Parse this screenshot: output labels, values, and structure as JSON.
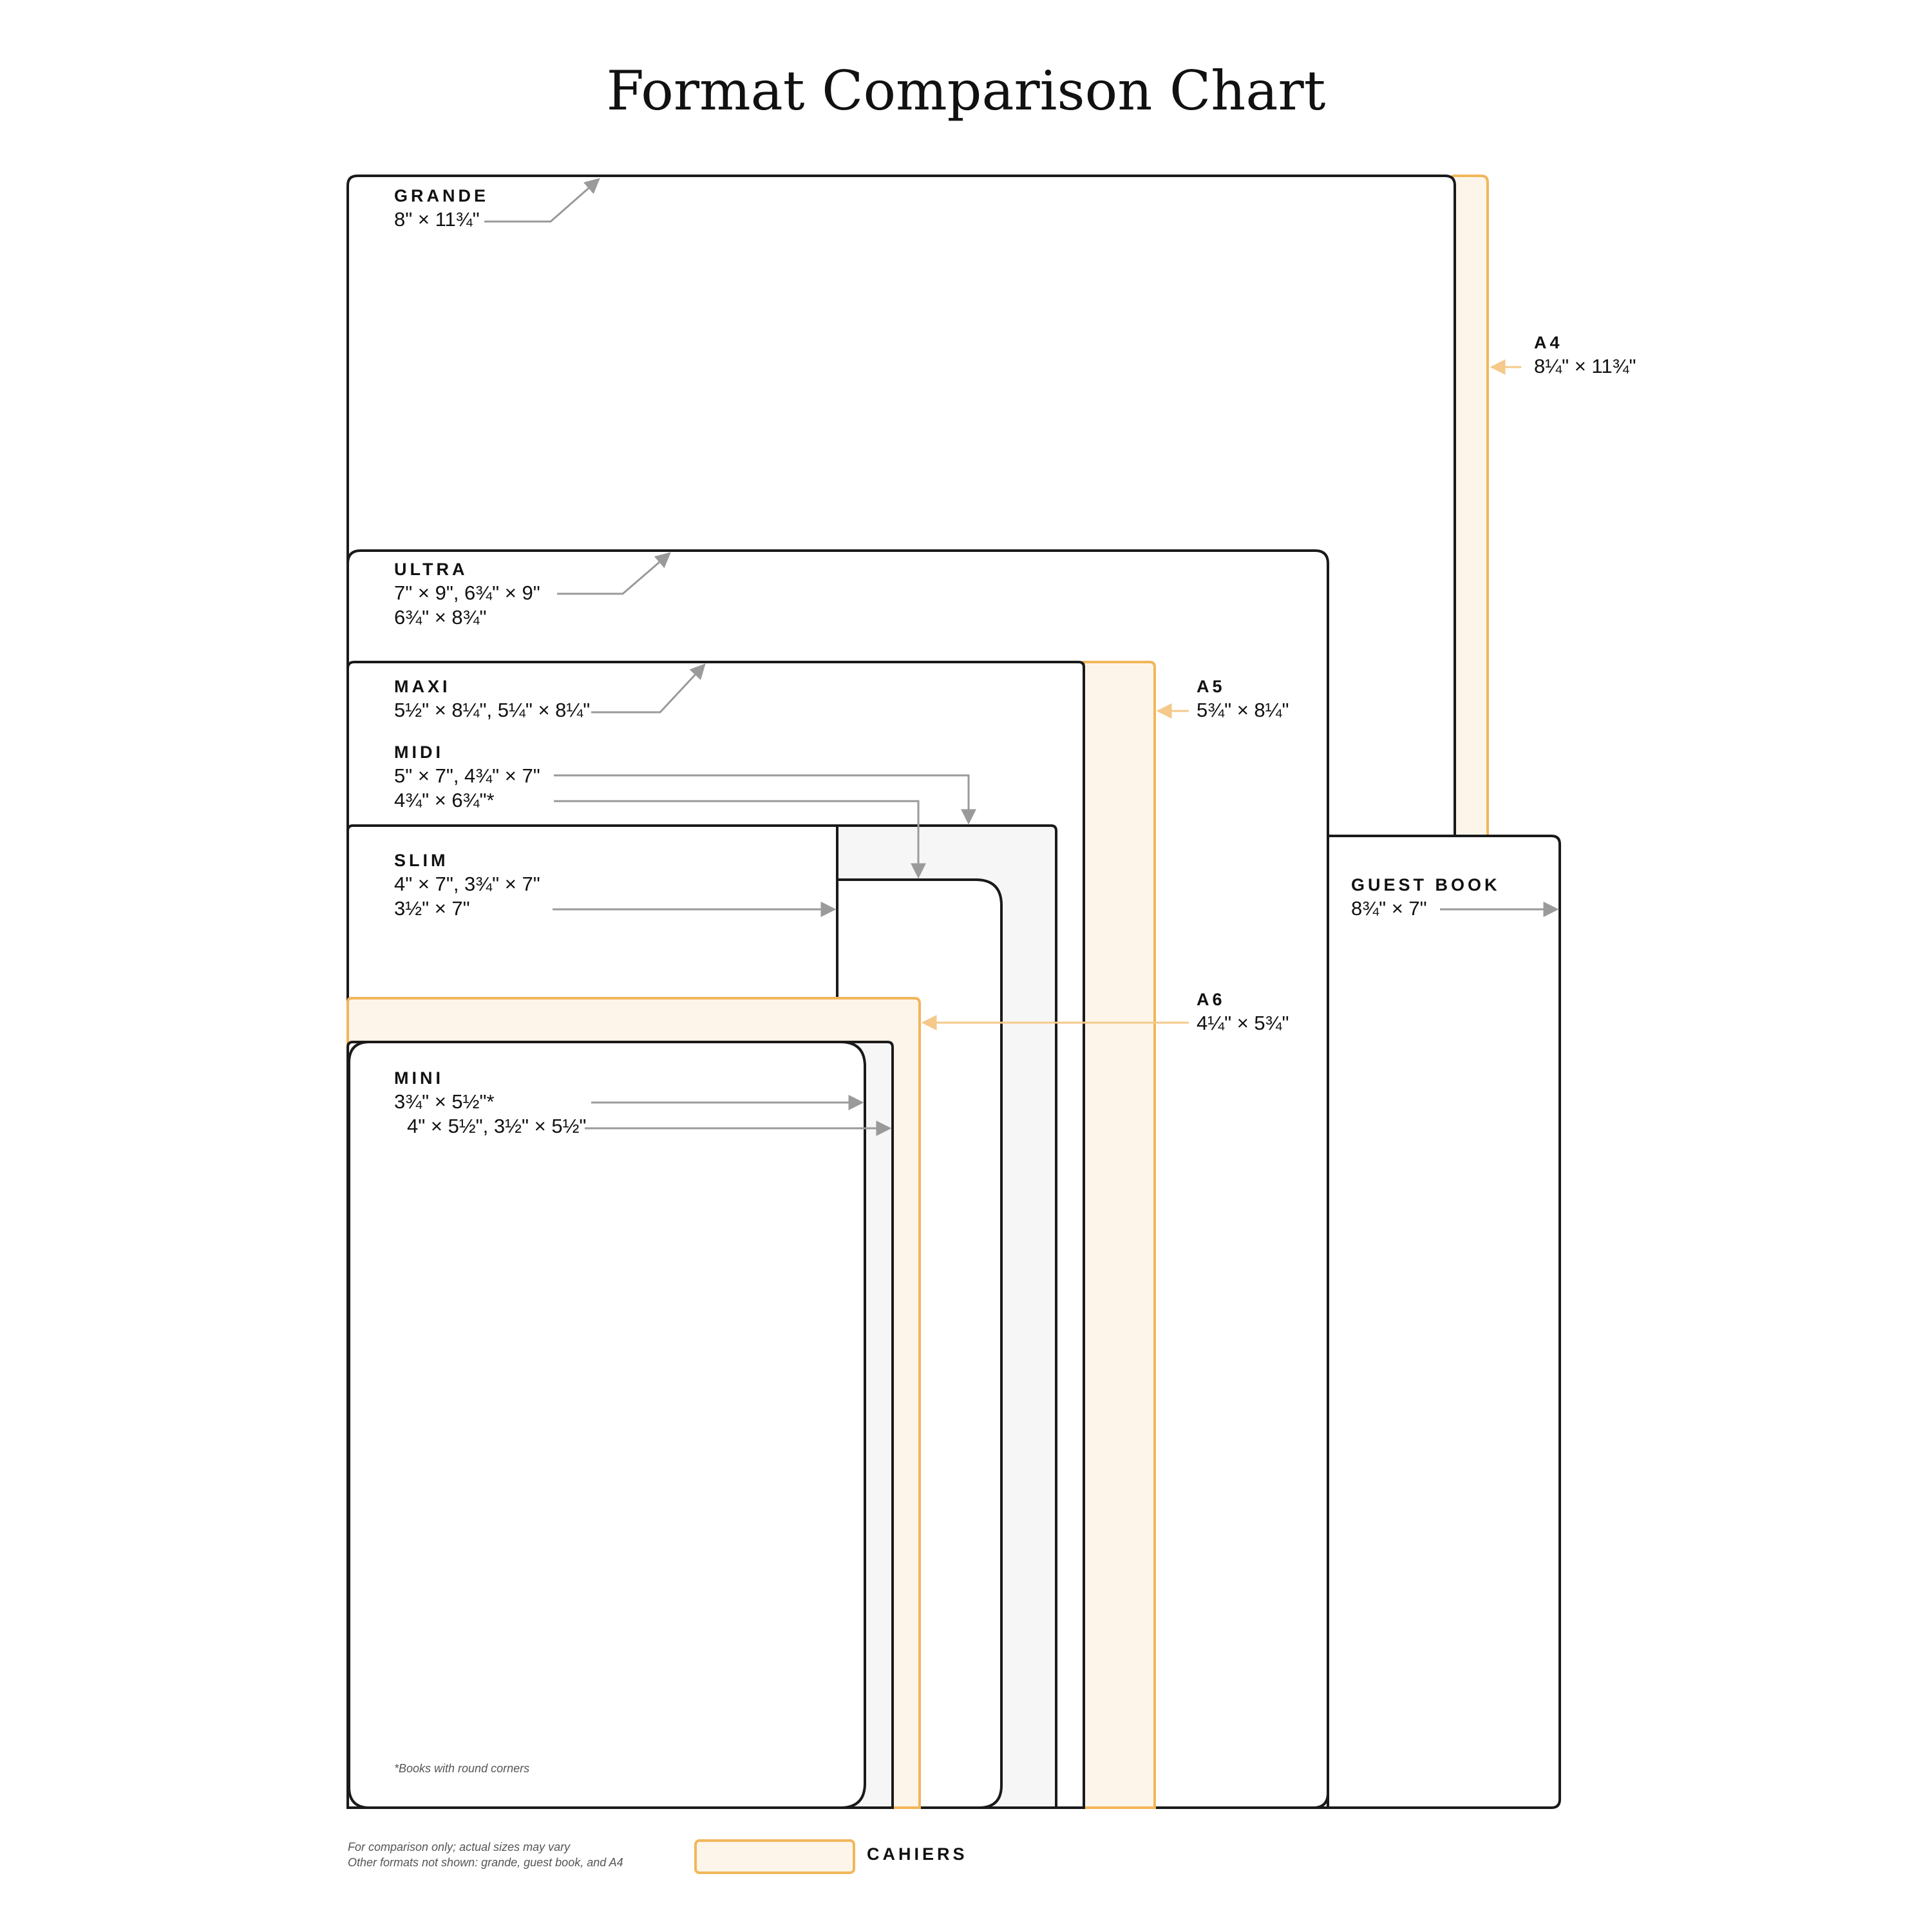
{
  "title": "Format Comparison Chart",
  "colors": {
    "outline": "#1a1a1a",
    "cahier_fill": "#fdf5ea",
    "cahier_stroke": "#f2b65a",
    "grey_fill": "#f6f6f6",
    "arrow_grey": "#9a9a9a",
    "arrow_orange": "#f4c98a"
  },
  "formats": {
    "grande": {
      "name": "GRANDE",
      "dims": [
        "8\" × 11¾\""
      ]
    },
    "a4": {
      "name": "A4",
      "dims": [
        "8¼\" × 11¾\""
      ]
    },
    "ultra": {
      "name": "ULTRA",
      "dims": [
        "7\" × 9\", 6¾\" × 9\"",
        "6¾\" × 8¾\""
      ]
    },
    "maxi": {
      "name": "MAXI",
      "dims": [
        "5½\" × 8¼\", 5¼\" × 8¼\""
      ]
    },
    "a5": {
      "name": "A5",
      "dims": [
        "5¾\" × 8¼\""
      ]
    },
    "midi": {
      "name": "MIDI",
      "dims": [
        "5\" × 7\", 4¾\" × 7\"",
        "4¾\" × 6¾\"*"
      ]
    },
    "slim": {
      "name": "SLIM",
      "dims": [
        "4\" × 7\", 3¾\" × 7\"",
        "3½\" × 7\""
      ]
    },
    "guest_book": {
      "name": "GUEST BOOK",
      "dims": [
        "8¾\" × 7\""
      ]
    },
    "a6": {
      "name": "A6",
      "dims": [
        "4¼\" × 5¾\""
      ]
    },
    "mini": {
      "name": "MINI",
      "dims": [
        "3¾\" × 5½\"*",
        "4\" × 5½\", 3½\" × 5½\""
      ]
    }
  },
  "notes": {
    "round_corners": "*Books with round corners",
    "comparison_line1": "For comparison only; actual sizes may vary",
    "comparison_line2": "Other formats not shown: grande, guest book, and A4"
  },
  "legend": {
    "cahiers_label": "CAHIERS"
  }
}
